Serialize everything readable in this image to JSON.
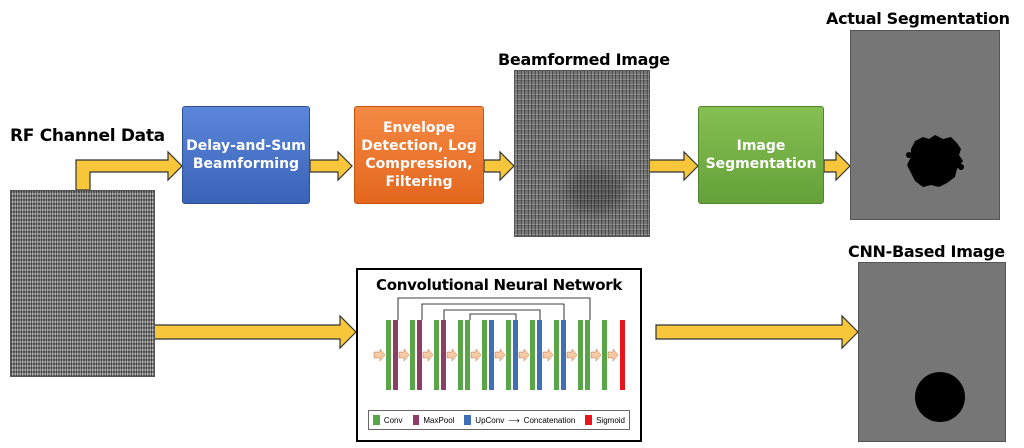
{
  "labels": {
    "rf_channel_data": "RF Channel Data",
    "beamformed_image": "Beamformed Image",
    "actual_segmentation": "Actual Segmentation",
    "cnn_based_image": "CNN-Based Image"
  },
  "blocks": {
    "delay_and_sum": "Delay-and-Sum\nBeamforming",
    "envelope": "Envelope\nDetection, Log\nCompression,\nFiltering",
    "image_segmentation": "Image\nSegmentation"
  },
  "cnn": {
    "title": "Convolutional Neural Network",
    "legend": {
      "conv": "Conv",
      "maxpool": "MaxPool",
      "upconv": "UpConv",
      "concatenation": "Concatenation",
      "sigmoid": "Sigmoid"
    }
  },
  "colors": {
    "arrow_fill": "#f7c63b",
    "arrow_stroke": "#333333",
    "conv": "#5aa548",
    "maxpool": "#8e3d67",
    "upconv": "#3f6fb5",
    "sigmoid": "#e8141c",
    "small_arrow": "#f5c9a4"
  }
}
